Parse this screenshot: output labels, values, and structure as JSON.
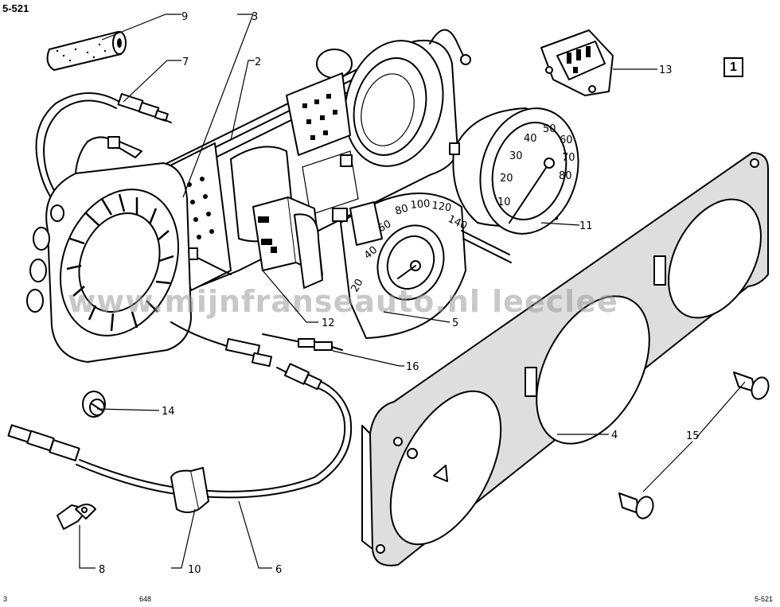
{
  "header": {
    "ref_top_left": "5-521"
  },
  "footer": {
    "left": "3",
    "center": "648",
    "right": "5-521"
  },
  "view_label": "1",
  "watermark": "www.mijnfranseauto.nl  leeclee",
  "callouts": [
    "9",
    "3",
    "7",
    "2",
    "13",
    "11",
    "12",
    "5",
    "16",
    "14",
    "4",
    "15",
    "8",
    "10",
    "6"
  ],
  "gauge_ticks": {
    "speedometer": [
      "10",
      "20",
      "30",
      "40",
      "50",
      "60",
      "70",
      "80"
    ],
    "tachometer": [
      "20",
      "40",
      "60",
      "80",
      "100",
      "120",
      "140"
    ]
  },
  "diagram_colors": {
    "line": "#000000",
    "background": "#ffffff",
    "watermark": "#9a9a9a"
  }
}
